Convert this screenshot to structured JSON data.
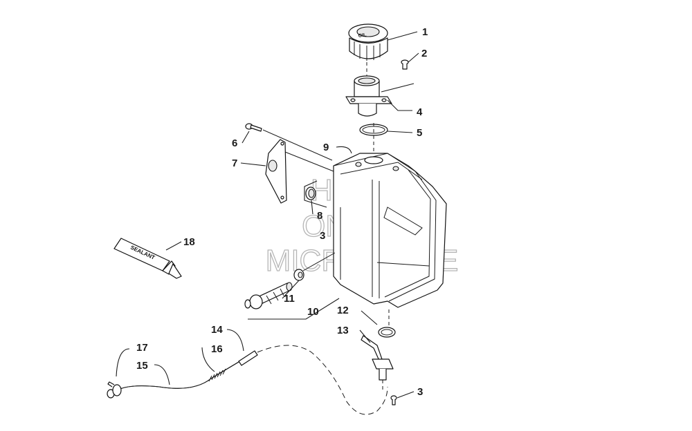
{
  "callouts": [
    {
      "id": "c1",
      "label": "1"
    },
    {
      "id": "c2",
      "label": "2"
    },
    {
      "id": "c4",
      "label": "4"
    },
    {
      "id": "c5",
      "label": "5"
    },
    {
      "id": "c6",
      "label": "6"
    },
    {
      "id": "c9",
      "label": "9"
    },
    {
      "id": "c7",
      "label": "7"
    },
    {
      "id": "c8",
      "label": "8"
    },
    {
      "id": "c3a",
      "label": "3"
    },
    {
      "id": "c18",
      "label": "18"
    },
    {
      "id": "c11",
      "label": "11"
    },
    {
      "id": "c10",
      "label": "10"
    },
    {
      "id": "c12",
      "label": "12"
    },
    {
      "id": "c13",
      "label": "13"
    },
    {
      "id": "c14",
      "label": "14"
    },
    {
      "id": "c17",
      "label": "17"
    },
    {
      "id": "c16",
      "label": "16"
    },
    {
      "id": "c15",
      "label": "15"
    },
    {
      "id": "c3b",
      "label": "3"
    }
  ],
  "watermark": {
    "line1": "HLSM",
    "line2": "ONLINE",
    "line3": "MICROFICHE"
  },
  "part_labels": {
    "sealant_tube": "SEALANT",
    "cap_text": "OIL"
  }
}
